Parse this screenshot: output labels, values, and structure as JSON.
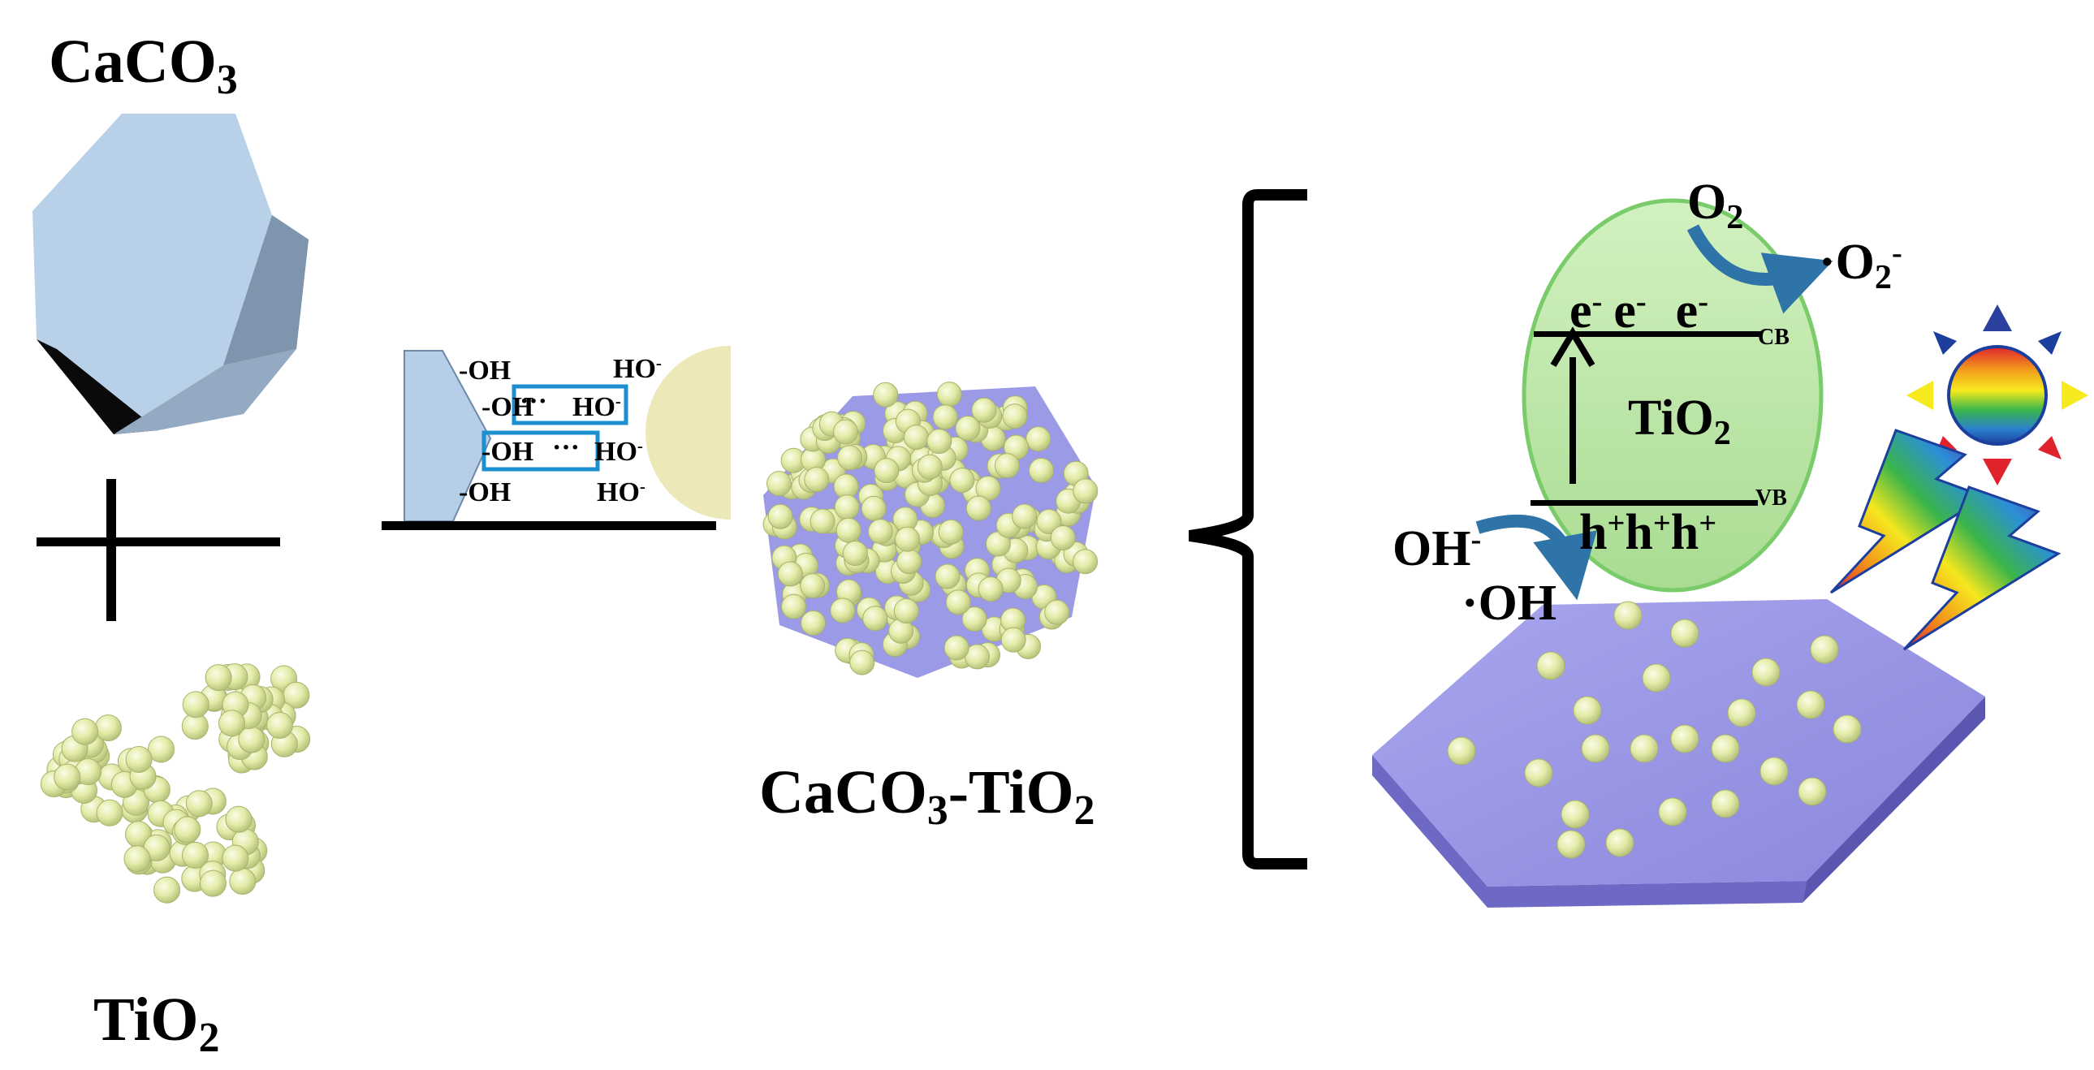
{
  "labels": {
    "caco3": {
      "main": "CaCO",
      "sub": "3"
    },
    "tio2": {
      "main": "TiO",
      "sub": "2"
    },
    "composite": {
      "part1": "CaCO",
      "sub1": "3",
      "part2": "-TiO",
      "sub2": "2"
    },
    "tio2_band": {
      "main": "TiO",
      "sub": "2"
    },
    "o2": {
      "main": "O",
      "sub": "2"
    },
    "superoxide": {
      "prefix": "·O",
      "sub": "2",
      "sup": "-"
    },
    "hydroxide": {
      "main": "OH",
      "sup": "-"
    },
    "hydroxyl_radical": "·OH",
    "cb": "CB",
    "vb": "VB",
    "electron": {
      "main": "e",
      "sup": "-"
    },
    "hole": {
      "main": "h",
      "sup": "+"
    }
  },
  "bonding": {
    "left": [
      "-OH",
      "-OH",
      "-OH",
      "-OH"
    ],
    "bridge": [
      "···",
      "···"
    ],
    "right": [
      "HO",
      "HO",
      "HO",
      "HO"
    ],
    "right_sup": "-"
  },
  "colors": {
    "caco3_face": "#b9d1e8",
    "caco3_side": "#8fa6bd",
    "tio2_particle": "#e6edb0",
    "composite_base": "#9a9ae6",
    "band_ellipse": "#b6e6a0",
    "band_ellipse_edge": "#7acc6a",
    "arrow_blue": "#2f74a8",
    "bond_box": "#1c8fd1"
  }
}
